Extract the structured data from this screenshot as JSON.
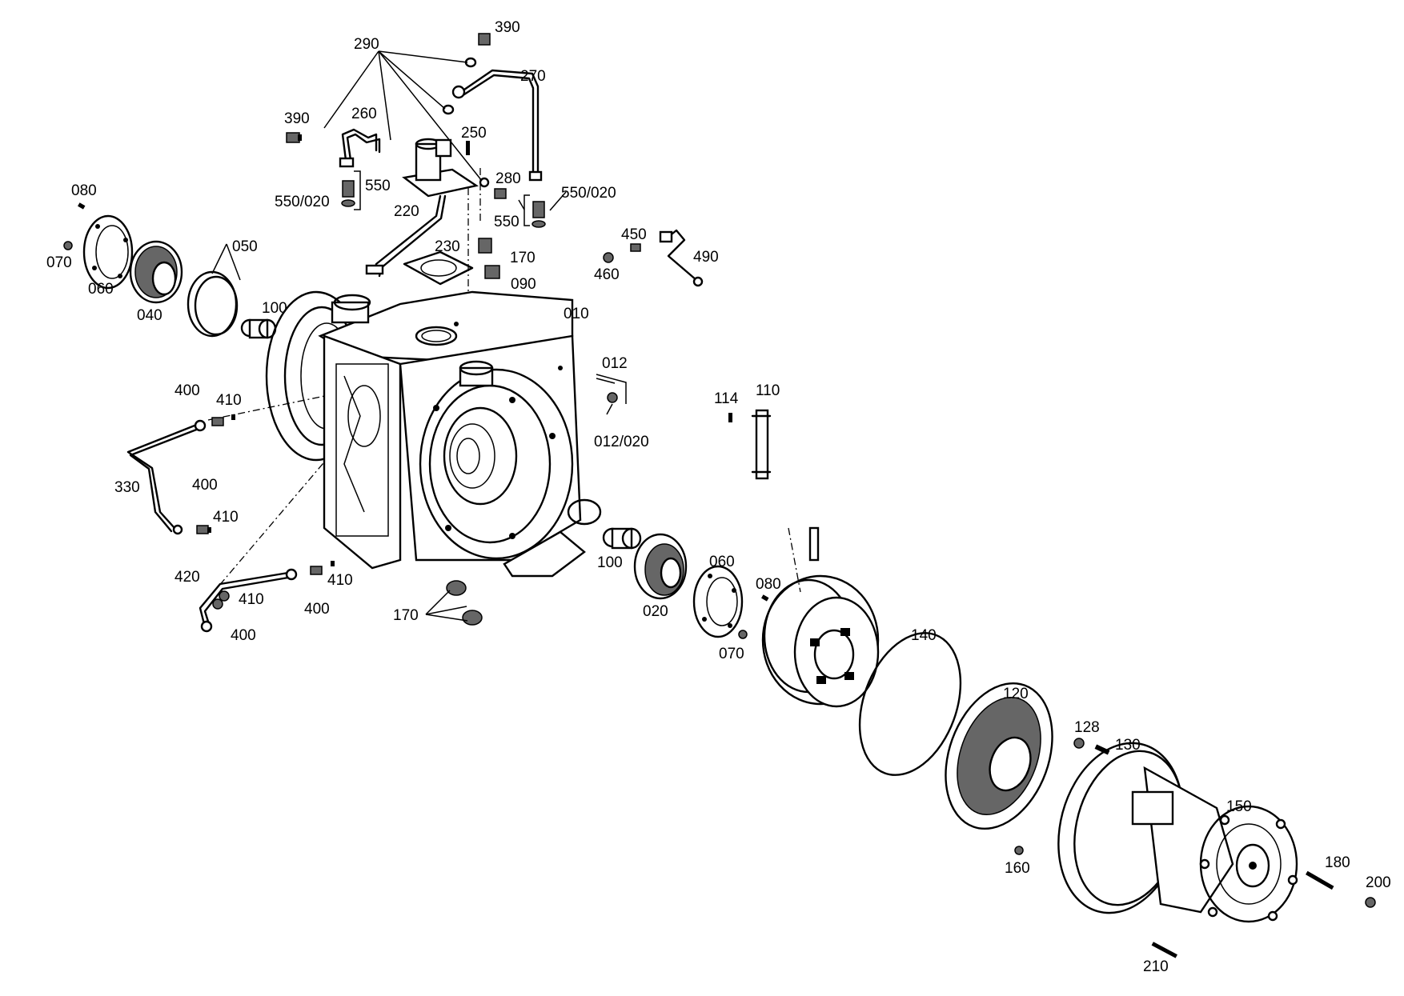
{
  "labels": {
    "l010": "010",
    "l012": "012",
    "l012_020": "012/020",
    "l020": "020",
    "l040": "040",
    "l050": "050",
    "l060a": "060",
    "l060b": "060",
    "l070a": "070",
    "l070b": "070",
    "l080a": "080",
    "l080b": "080",
    "l090": "090",
    "l100a": "100",
    "l100b": "100",
    "l110": "110",
    "l114": "114",
    "l120": "120",
    "l128": "128",
    "l130": "130",
    "l140": "140",
    "l150": "150",
    "l160": "160",
    "l170a": "170",
    "l170b": "170",
    "l180": "180",
    "l200": "200",
    "l210": "210",
    "l220": "220",
    "l230": "230",
    "l250": "250",
    "l260": "260",
    "l270": "270",
    "l280": "280",
    "l290": "290",
    "l330": "330",
    "l390a": "390",
    "l390b": "390",
    "l400a": "400",
    "l400b": "400",
    "l400c": "400",
    "l400d": "400",
    "l410a": "410",
    "l410b": "410",
    "l410c": "410",
    "l410d": "410",
    "l420": "420",
    "l450": "450",
    "l460": "460",
    "l490": "490",
    "l550a": "550",
    "l550b": "550",
    "l550_020a": "550/020",
    "l550_020b": "550/020"
  }
}
